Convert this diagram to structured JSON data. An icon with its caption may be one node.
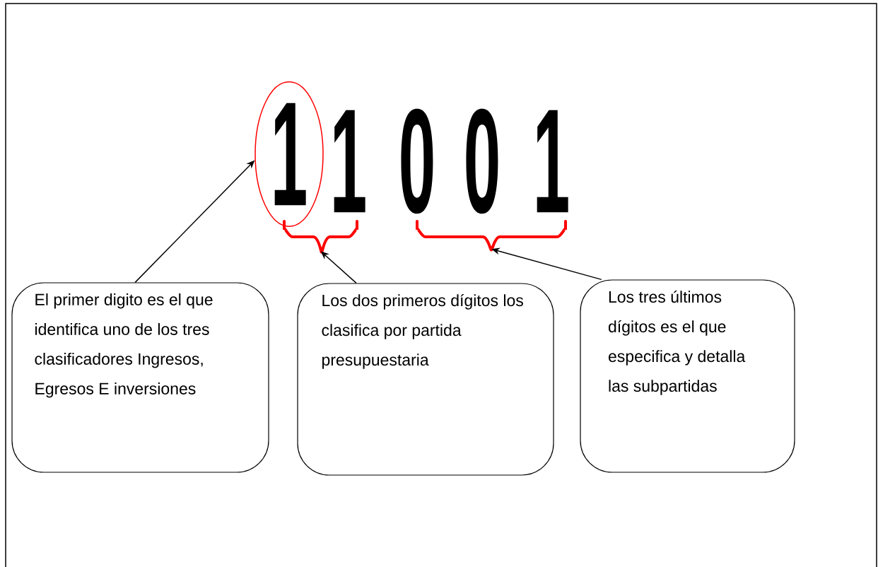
{
  "diagram": {
    "nodes": [
      {
        "text": [
          "1"
        ]
      },
      {
        "text": [],
        "shape": "brace"
      },
      {
        "text": [],
        "shape": "brace"
      },
      {
        "text": [
          "El primer digito es el que identifica uno de los tres clasificadores Ingresos, Egresos E inversiones"
        ]
      },
      {
        "text": [
          "Los dos primeros dígitos los clasifica por partida presupuestaria"
        ]
      },
      {
        "text": [
          "Los tres últimos dígitos es el que especifica y detalla las subpartidas"
        ]
      }
    ],
    "edges": [
      {
        "from": 3,
        "to": 0,
        "arrow": "to"
      },
      {
        "from": 4,
        "to": 1,
        "arrow": "to"
      },
      {
        "from": 5,
        "to": 2,
        "arrow": "to"
      }
    ],
    "labels": [
      "1",
      "0",
      "0",
      "1"
    ]
  }
}
